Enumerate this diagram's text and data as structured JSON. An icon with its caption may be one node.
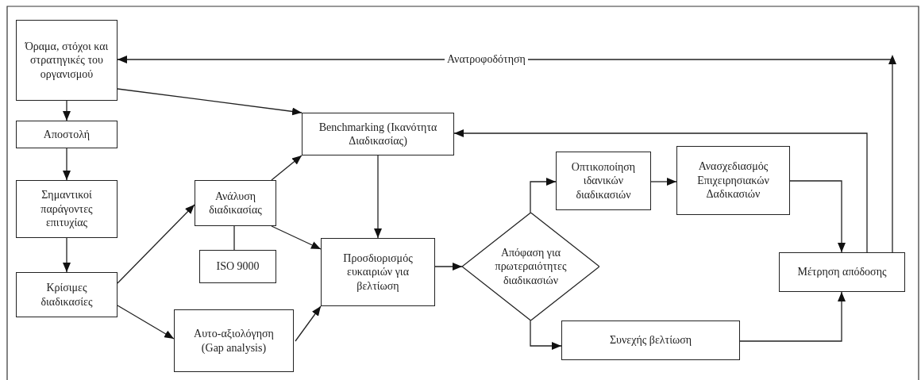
{
  "diagram": {
    "nodes": [
      {
        "text": [
          "Όραμα, στόχοι και στρατηγικές του οργανισμού"
        ]
      },
      {
        "text": [
          "Αποστολή"
        ]
      },
      {
        "text": [
          "Σημαντικοί παράγοντες επιτυχίας"
        ]
      },
      {
        "text": [
          "Κρίσιμες διαδικασίες"
        ]
      },
      {
        "text": [
          "Benchmarking (Ικανότητα Διαδικασίας)"
        ]
      },
      {
        "text": [
          "Ανάλυση διαδικασίας"
        ]
      },
      {
        "text": [
          "ISO 9000"
        ]
      },
      {
        "text": [
          "Προσδιορισμός ευκαιριών για βελτίωση"
        ]
      },
      {
        "text": [
          "Αυτο-αξιολόγηση (Gap analysis)"
        ]
      },
      {
        "text": [
          "Απόφαση για πρωτεραιότητες διαδικασιών"
        ]
      },
      {
        "text": [
          "Οπτικοποίηση ιδανικών διαδικασιών"
        ]
      },
      {
        "text": [
          "Ανασχεδιασμός Επιχειρησιακών Δαδικασιών"
        ]
      },
      {
        "text": [
          "Μέτρηση απόδοσης"
        ]
      },
      {
        "text": [
          "Συνεχής βελτίωση"
        ]
      }
    ],
    "edges": [
      {
        "from": 0,
        "to": 1,
        "arrow": "to"
      },
      {
        "from": 1,
        "to": 2,
        "arrow": "to"
      },
      {
        "from": 2,
        "to": 3,
        "arrow": "to"
      },
      {
        "from": 0,
        "to": 4,
        "arrow": "to"
      },
      {
        "from": 3,
        "to": 5,
        "arrow": "to"
      },
      {
        "from": 3,
        "to": 8,
        "arrow": "to"
      },
      {
        "from": 5,
        "to": 4,
        "arrow": "to"
      },
      {
        "from": 5,
        "to": 7,
        "arrow": "to"
      },
      {
        "from": 5,
        "to": 6,
        "arrow": "none"
      },
      {
        "from": 4,
        "to": 7,
        "arrow": "to"
      },
      {
        "from": 8,
        "to": 7,
        "arrow": "to"
      },
      {
        "from": 7,
        "to": 9,
        "arrow": "to"
      },
      {
        "from": 9,
        "to": 10,
        "arrow": "to"
      },
      {
        "from": 9,
        "to": 13,
        "arrow": "to"
      },
      {
        "from": 10,
        "to": 11,
        "arrow": "to"
      },
      {
        "from": 11,
        "to": 12,
        "arrow": "to"
      },
      {
        "from": 13,
        "to": 12,
        "arrow": "to"
      },
      {
        "from": 12,
        "to": 4,
        "arrow": "to"
      },
      {
        "from": 12,
        "to": 0,
        "arrow": "to",
        "label": "Ανατροφοδότηση"
      }
    ]
  }
}
